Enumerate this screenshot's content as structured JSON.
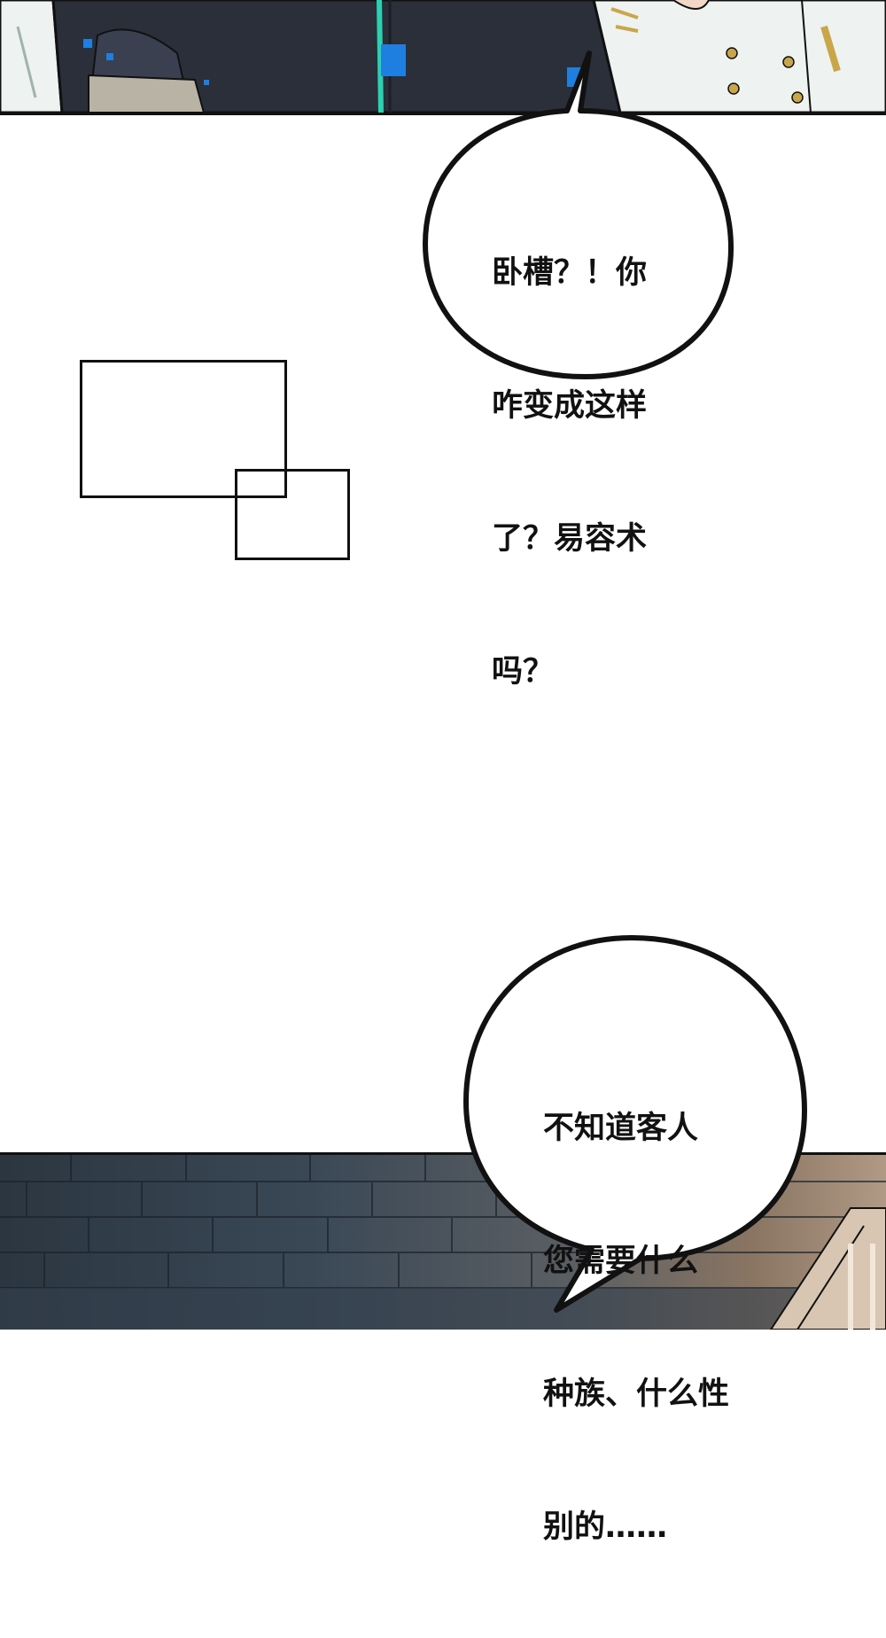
{
  "bubbles": {
    "top": {
      "lines": [
        "卧槽？！你",
        "咋变成这样",
        "了？易容术",
        "吗？"
      ]
    },
    "bottom": {
      "lines": [
        "不知道客人",
        "您需要什么",
        "种族、什么性",
        "别的……"
      ]
    }
  },
  "colors": {
    "ink": "#111111",
    "dark_clothing": "#2a2f3a",
    "white_uniform": "#eef2f1",
    "accent_teal": "#2bd1b0",
    "accent_blue": "#1f7fe0",
    "gold_button": "#c9a64a",
    "stone_dark": "#2b3640",
    "stone_warm": "#b09a85"
  }
}
